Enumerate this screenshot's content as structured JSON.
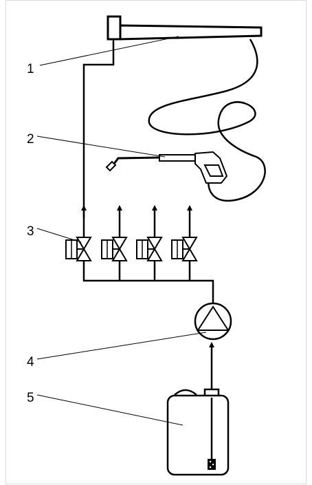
{
  "callouts": [
    {
      "id": "boom",
      "label": "1"
    },
    {
      "id": "spray-gun",
      "label": "2"
    },
    {
      "id": "valve-manifold",
      "label": "3"
    },
    {
      "id": "pump",
      "label": "4"
    },
    {
      "id": "chemical-container",
      "label": "5"
    }
  ],
  "colors": {
    "line": "#000000",
    "fill": "#ffffff",
    "frame": "#d9d9d9"
  },
  "icons": [
    "boom-arm",
    "hose",
    "spray-gun",
    "valve-symbol",
    "pump-symbol",
    "container",
    "flow-arrow",
    "suction-filter"
  ]
}
